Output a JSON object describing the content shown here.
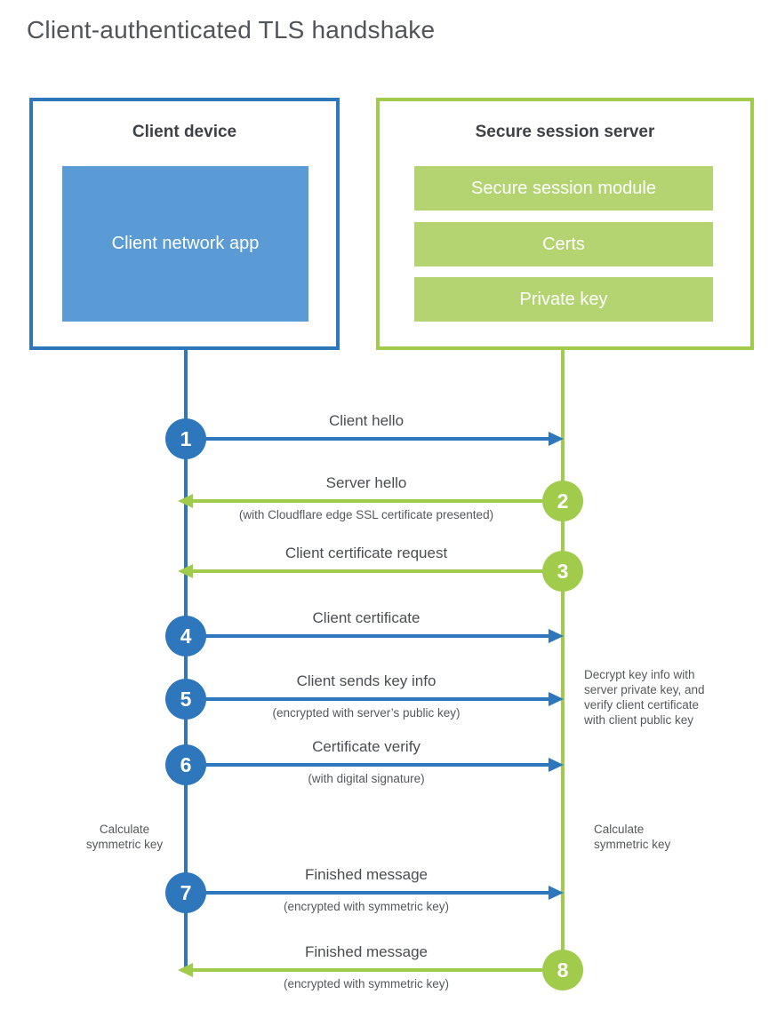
{
  "title": "Client-authenticated TLS handshake",
  "colors": {
    "blue_primary": "#2E77BD",
    "blue_light": "#5B9BD5",
    "green_primary": "#A1CB4A",
    "green_light": "#B3D470",
    "heading_text": "#3E4145",
    "label_text": "#4A4D52",
    "title_text": "#515459"
  },
  "client": {
    "title": "Client device",
    "app_label": "Client network app"
  },
  "server": {
    "title": "Secure session server",
    "modules": [
      "Secure session module",
      "Certs",
      "Private key"
    ]
  },
  "steps": [
    {
      "num": "1",
      "from": "client",
      "label": "Client hello",
      "sublabel": ""
    },
    {
      "num": "2",
      "from": "server",
      "label": "Server hello",
      "sublabel": "(with Cloudflare edge SSL certificate presented)"
    },
    {
      "num": "3",
      "from": "server",
      "label": "Client certificate request",
      "sublabel": ""
    },
    {
      "num": "4",
      "from": "client",
      "label": "Client certificate",
      "sublabel": ""
    },
    {
      "num": "5",
      "from": "client",
      "label": "Client sends key info",
      "sublabel": "(encrypted with server’s public key)"
    },
    {
      "num": "6",
      "from": "client",
      "label": "Certificate verify",
      "sublabel": "(with digital signature)"
    },
    {
      "num": "7",
      "from": "client",
      "label": "Finished message",
      "sublabel": "(encrypted with symmetric key)"
    },
    {
      "num": "8",
      "from": "server",
      "label": "Finished message",
      "sublabel": "(encrypted with symmetric key)"
    }
  ],
  "annotations": {
    "decrypt_note": "Decrypt key info with\nserver private key, and\nverify client certificate\nwith client public key",
    "calc_left": "Calculate\nsymmetric key",
    "calc_right": "Calculate\nsymmetric key"
  }
}
